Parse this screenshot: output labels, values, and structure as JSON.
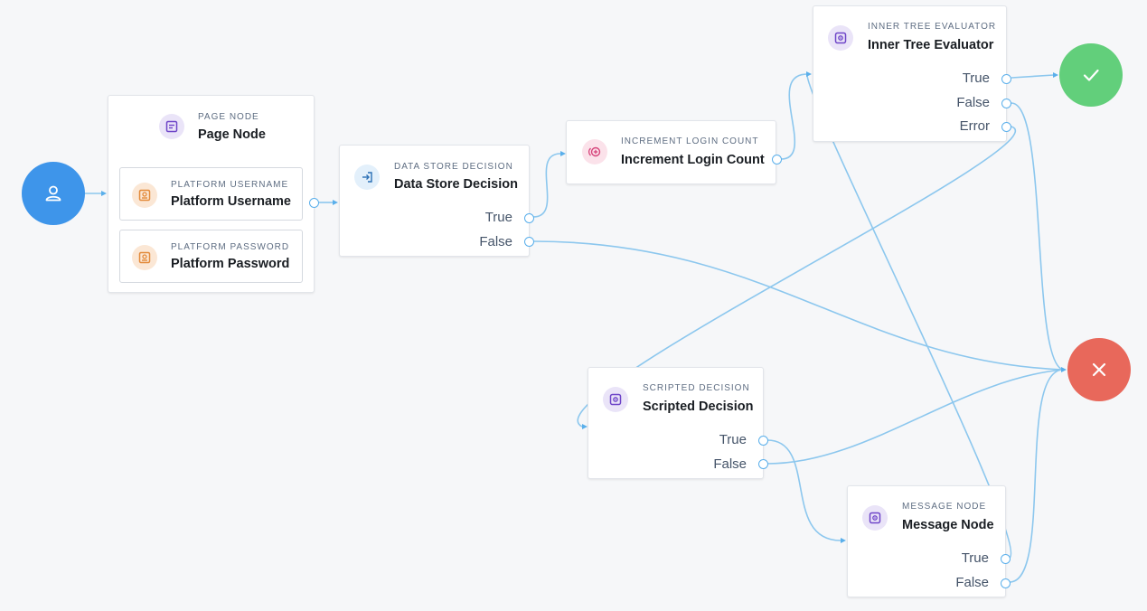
{
  "colors": {
    "wire": "#8cc7ee",
    "start": "#3e95ea",
    "success": "#62cf7b",
    "failure": "#e8685b",
    "node_border": "#e2e5ea"
  },
  "start_node": {
    "icon": "user-icon"
  },
  "success_node": {
    "icon": "check-icon"
  },
  "failure_node": {
    "icon": "close-icon"
  },
  "page_node": {
    "type_label": "PAGE NODE",
    "title": "Page Node",
    "icon": "page-icon",
    "children": [
      {
        "type_label": "PLATFORM USERNAME",
        "title": "Platform Username",
        "icon": "user-card-icon"
      },
      {
        "type_label": "PLATFORM PASSWORD",
        "title": "Platform Password",
        "icon": "user-card-icon"
      }
    ]
  },
  "data_store_decision": {
    "type_label": "DATA STORE DECISION",
    "title": "Data Store Decision",
    "icon": "sign-in-icon",
    "outcomes": [
      "True",
      "False"
    ]
  },
  "increment_login_count": {
    "type_label": "INCREMENT LOGIN COUNT",
    "title": "Increment Login Count",
    "icon": "counter-icon"
  },
  "inner_tree_evaluator": {
    "type_label": "INNER TREE EVALUATOR",
    "title": "Inner Tree Evaluator",
    "icon": "settings-icon",
    "outcomes": [
      "True",
      "False",
      "Error"
    ]
  },
  "scripted_decision": {
    "type_label": "SCRIPTED DECISION",
    "title": "Scripted Decision",
    "icon": "settings-icon",
    "outcomes": [
      "True",
      "False"
    ]
  },
  "message_node": {
    "type_label": "MESSAGE NODE",
    "title": "Message Node",
    "icon": "settings-icon",
    "outcomes": [
      "True",
      "False"
    ]
  }
}
